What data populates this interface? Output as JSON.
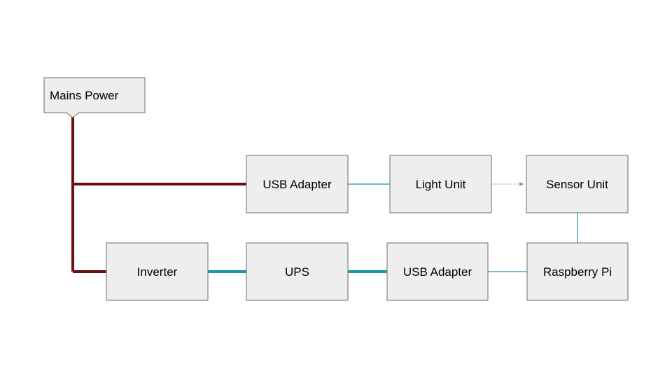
{
  "diagram": {
    "nodes": {
      "mains_power": "Mains Power",
      "usb_adapter_top": "USB Adapter",
      "light_unit": "Light Unit",
      "sensor_unit": "Sensor Unit",
      "inverter": "Inverter",
      "ups": "UPS",
      "usb_adapter_bottom": "USB Adapter",
      "raspberry_pi": "Raspberry Pi"
    },
    "edges": [
      {
        "from": "mains_power",
        "to": "usb_adapter_top",
        "style": "mains"
      },
      {
        "from": "mains_power",
        "to": "inverter",
        "style": "mains"
      },
      {
        "from": "inverter",
        "to": "ups",
        "style": "protected-power"
      },
      {
        "from": "ups",
        "to": "usb_adapter_bottom",
        "style": "protected-power"
      },
      {
        "from": "usb_adapter_top",
        "to": "light_unit",
        "style": "low-voltage"
      },
      {
        "from": "usb_adapter_bottom",
        "to": "raspberry_pi",
        "style": "low-voltage"
      },
      {
        "from": "raspberry_pi",
        "to": "sensor_unit",
        "style": "low-voltage"
      },
      {
        "from": "light_unit",
        "to": "sensor_unit",
        "style": "dotted-arrow"
      }
    ],
    "colors": {
      "mains": "#6b0f0f",
      "protected_power": "#1e96a8",
      "low_voltage": "#1e96a8",
      "dotted": "#9a9a9a",
      "box_fill": "#eeeeee",
      "box_stroke": "#6d6d6d"
    }
  }
}
